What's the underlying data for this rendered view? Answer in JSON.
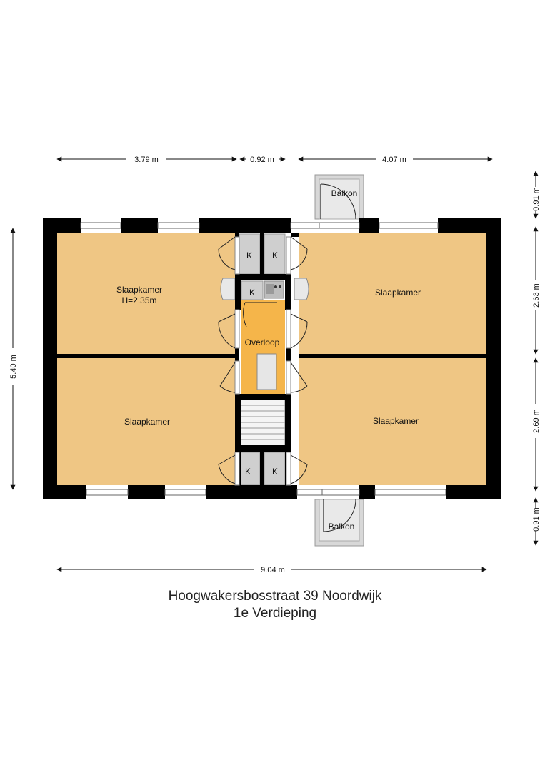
{
  "dimensions": {
    "top_left": "3.79 m",
    "top_mid": "0.92 m",
    "top_right": "4.07 m",
    "bottom_total": "9.04 m",
    "left_height": "5.40 m",
    "right_top_balcony": "0.91 m",
    "right_upper": "2.63 m",
    "right_lower": "2.69 m",
    "right_bottom_balcony": "0.91 m"
  },
  "rooms": {
    "top_left_name": "Slaapkamer",
    "top_left_height": "H=2.35m",
    "top_right": "Slaapkamer",
    "bottom_left": "Slaapkamer",
    "bottom_right": "Slaapkamer",
    "landing": "Overloop",
    "balcony_top": "Balkon",
    "balcony_bottom": "Balkon",
    "closet": "K"
  },
  "caption": {
    "address": "Hoogwakersbosstraat 39 Noordwijk",
    "floor": "1e Verdieping"
  },
  "colors": {
    "room_fill": "#efc684",
    "landing_fill": "#f5b54a",
    "wall": "#000000",
    "closet_fill": "#cfcfcf",
    "balcony_fill": "#d8d8d8"
  }
}
